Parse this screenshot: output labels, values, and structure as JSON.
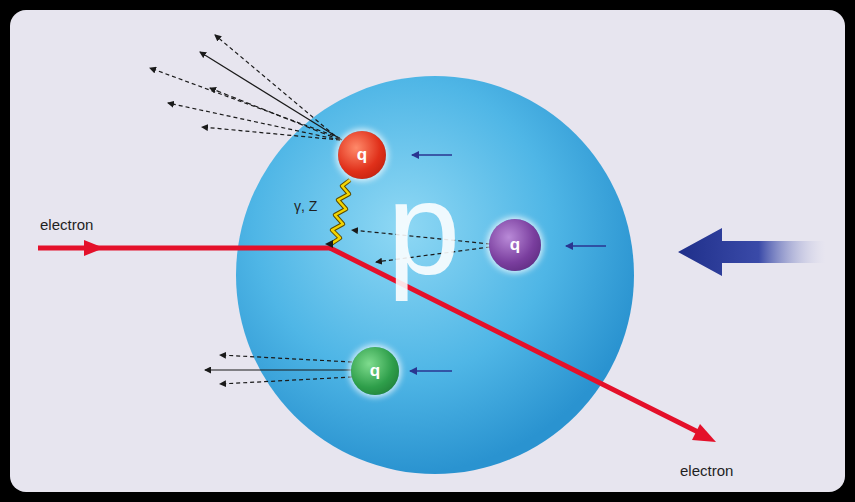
{
  "diagram": {
    "nodes": [
      {
        "text": [
          "p"
        ]
      },
      {
        "text": [
          "q"
        ],
        "in": 0
      },
      {
        "text": [
          "q"
        ],
        "in": 0
      },
      {
        "text": [
          "q"
        ],
        "in": 0
      }
    ],
    "labels": [
      "electron",
      "γ, Z",
      "electron"
    ]
  }
}
